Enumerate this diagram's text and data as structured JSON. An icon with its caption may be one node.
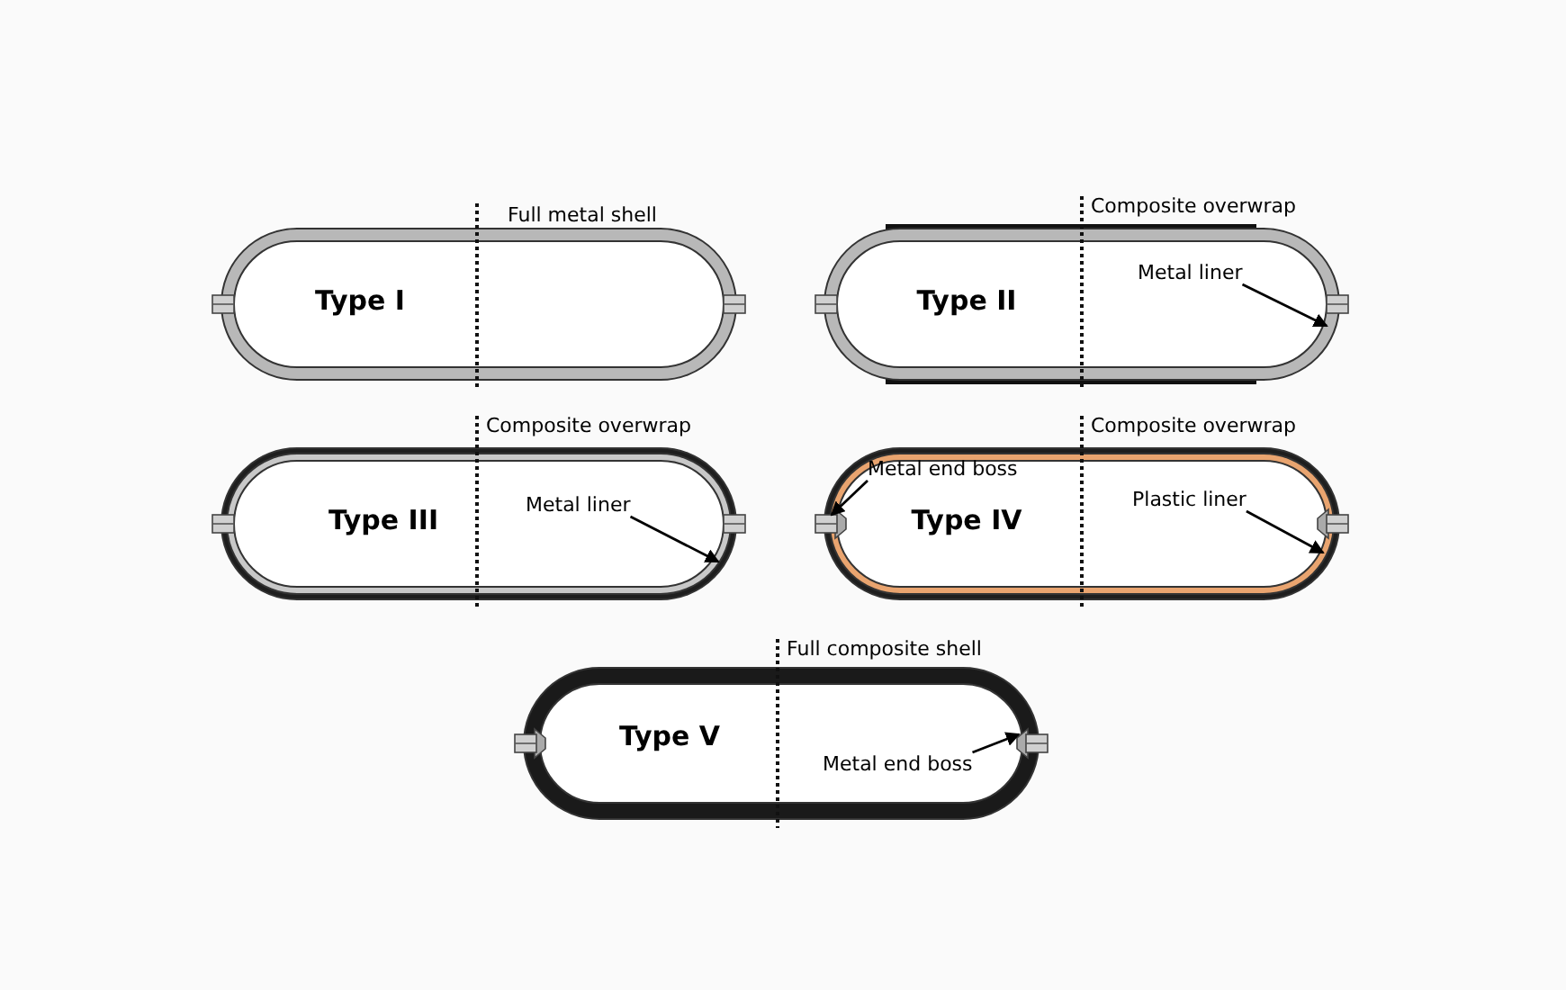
{
  "diagram": {
    "nodes": [
      {
        "text": [
          "Type I"
        ]
      },
      {
        "text": [
          "Type II"
        ]
      },
      {
        "text": [
          "Metal liner"
        ],
        "in": 1
      },
      {
        "text": [
          "Type III"
        ]
      },
      {
        "text": [
          "Metal liner"
        ],
        "in": 3
      },
      {
        "text": [
          "Type IV"
        ]
      },
      {
        "text": [
          "Metal end boss"
        ],
        "in": 5
      },
      {
        "text": [
          "Plastic liner"
        ],
        "in": 5
      },
      {
        "text": [
          "Type V"
        ]
      },
      {
        "text": [
          "Metal end boss"
        ],
        "in": 8
      }
    ],
    "edges": [
      {
        "from": 2,
        "to": null,
        "arrow": "to"
      },
      {
        "from": 4,
        "to": null,
        "arrow": "to"
      },
      {
        "from": 6,
        "to": null,
        "arrow": "to"
      },
      {
        "from": 7,
        "to": null,
        "arrow": "to"
      },
      {
        "from": 9,
        "to": null,
        "arrow": "to"
      }
    ],
    "labels": [
      "Full metal shell",
      "Composite overwrap",
      "Composite overwrap",
      "Composite overwrap",
      "Full composite shell"
    ]
  }
}
